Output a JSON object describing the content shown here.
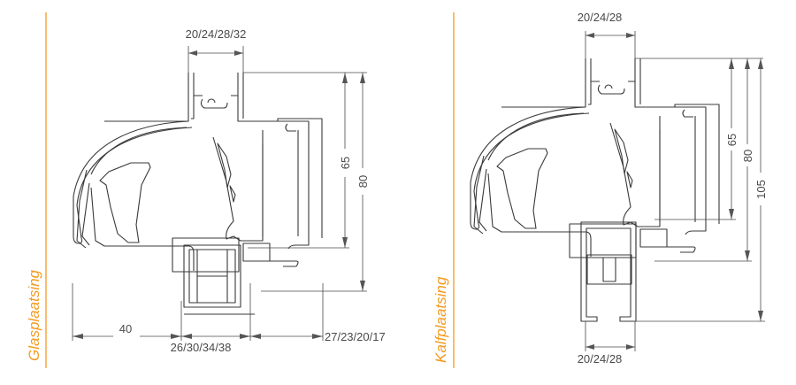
{
  "left_panel": {
    "caption": "Glasplaatsing",
    "dim_top": "20/24/28/32",
    "dim_65": "65",
    "dim_80": "80",
    "dim_40": "40",
    "dim_bottom_mid": "26/30/34/38",
    "dim_bottom_right": "27/23/20/17"
  },
  "right_panel": {
    "caption": "Kalfplaatsing",
    "dim_top": "20/24/28",
    "dim_65": "65",
    "dim_80": "80",
    "dim_105": "105",
    "dim_bottom": "20/24/28"
  },
  "colors": {
    "accent": "#f7a640",
    "line": "#3a3a3a"
  }
}
